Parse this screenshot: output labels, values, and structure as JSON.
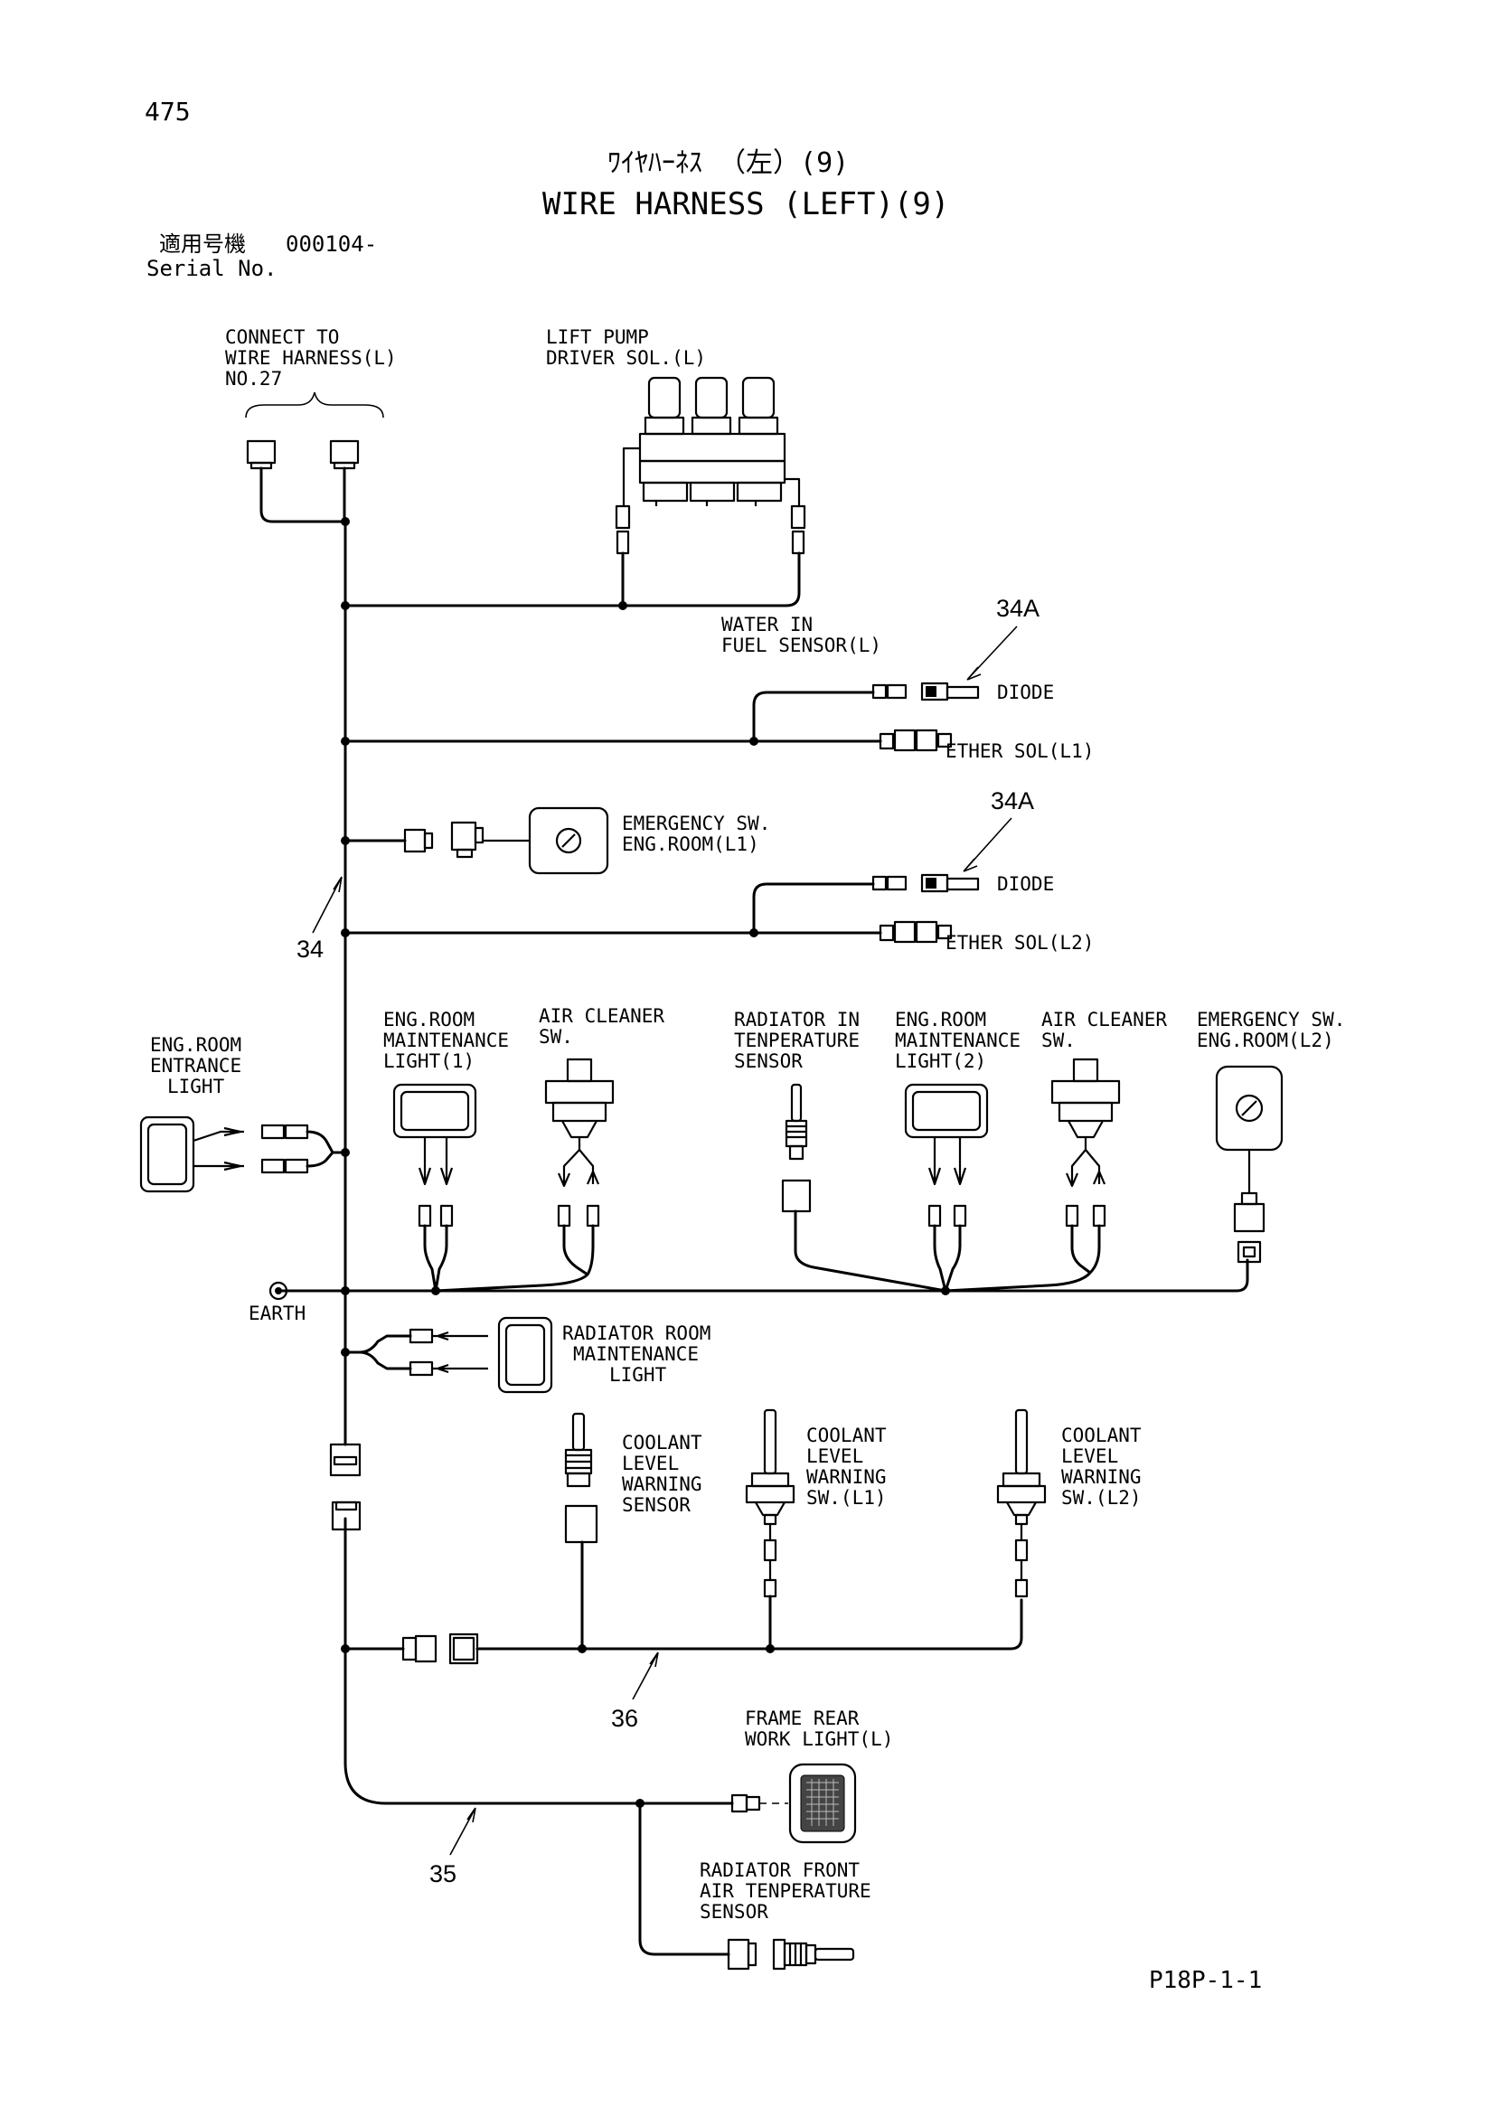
{
  "page": {
    "number": "475",
    "footer_code": "P18P-1-1"
  },
  "title": {
    "jp": "ﾜｲﾔﾊｰﾈｽ （左）(9)",
    "en": "WIRE HARNESS (LEFT)(9)"
  },
  "serial": {
    "label_jp": "適用号機",
    "value": "000104-",
    "label_en": "Serial No."
  },
  "labels": {
    "connect_to": [
      "CONNECT TO",
      "WIRE HARNESS(L)",
      "NO.27"
    ],
    "lift_pump": [
      "LIFT PUMP",
      "DRIVER SOL.(L)"
    ],
    "water_in_fuel": [
      "WATER IN",
      "FUEL SENSOR(L)"
    ],
    "diode_1": "DIODE",
    "ether_sol_l1": "ETHER SOL(L1)",
    "emergency_sw_l1": [
      "EMERGENCY SW.",
      "ENG.ROOM(L1)"
    ],
    "diode_2": "DIODE",
    "ether_sol_l2": "ETHER SOL(L2)",
    "eng_room_entrance": [
      "ENG.ROOM",
      "ENTRANCE",
      "LIGHT"
    ],
    "eng_room_maint_1": [
      "ENG.ROOM",
      "MAINTENANCE",
      "LIGHT(1)"
    ],
    "air_cleaner_sw_1": [
      "AIR CLEANER",
      "SW."
    ],
    "radiator_in_temp": [
      "RADIATOR IN",
      "TENPERATURE",
      "SENSOR"
    ],
    "eng_room_maint_2": [
      "ENG.ROOM",
      "MAINTENANCE",
      "LIGHT(2)"
    ],
    "air_cleaner_sw_2": [
      "AIR CLEANER",
      "SW."
    ],
    "emergency_sw_l2": [
      "EMERGENCY SW.",
      "ENG.ROOM(L2)"
    ],
    "earth": "EARTH",
    "radiator_room_maint": [
      "RADIATOR ROOM",
      "MAINTENANCE",
      "LIGHT"
    ],
    "coolant_level_sensor": [
      "COOLANT",
      "LEVEL",
      "WARNING",
      "SENSOR"
    ],
    "coolant_level_sw_l1": [
      "COOLANT",
      "LEVEL",
      "WARNING",
      "SW.(L1)"
    ],
    "coolant_level_sw_l2": [
      "COOLANT",
      "LEVEL",
      "WARNING",
      "SW.(L2)"
    ],
    "frame_rear_work_light": [
      "FRAME REAR",
      "WORK LIGHT(L)"
    ],
    "radiator_front_air_temp": [
      "RADIATOR FRONT",
      "AIR TENPERATURE",
      "SENSOR"
    ]
  },
  "callouts": {
    "c34": "34",
    "c34a_1": "34A",
    "c34a_2": "34A",
    "c35": "35",
    "c36": "36"
  },
  "icons": [
    "connector-icon",
    "solenoid-icon",
    "diode-icon",
    "switch-icon",
    "lamp-icon",
    "sensor-icon",
    "work-light-icon",
    "earth-icon"
  ]
}
